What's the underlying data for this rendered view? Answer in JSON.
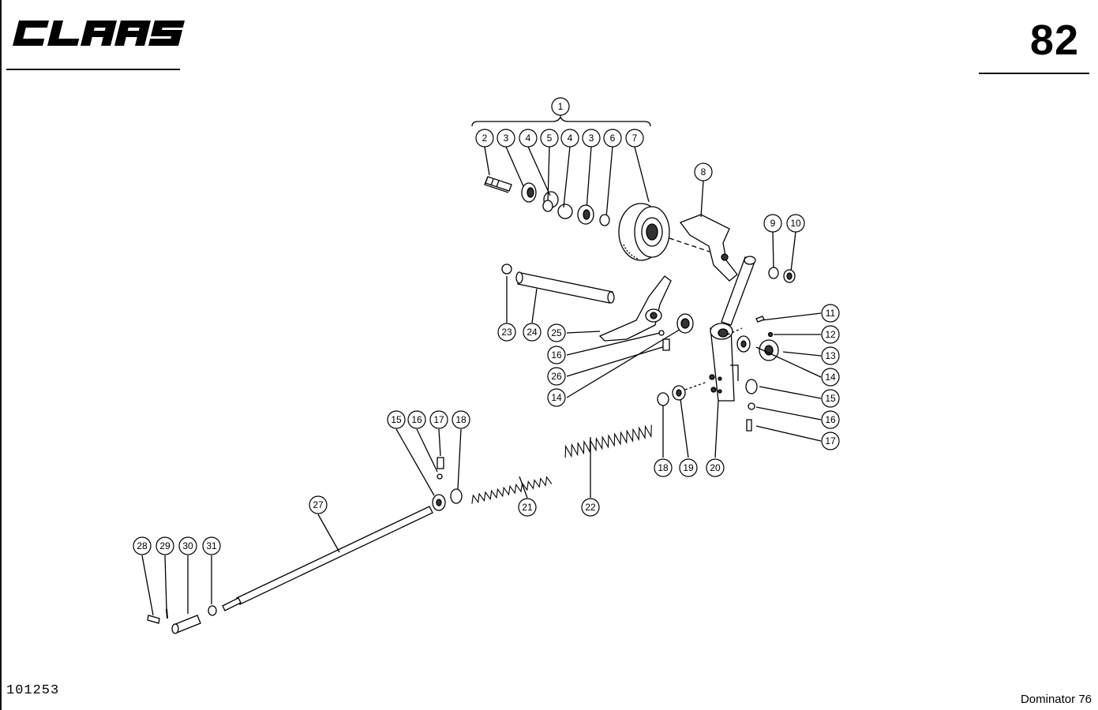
{
  "header": {
    "brand": "CLAAS",
    "page_number": "82"
  },
  "footer": {
    "drawing_number": "101253",
    "model": "Dominator 76"
  },
  "callouts": [
    {
      "id": "c1",
      "label": "1"
    },
    {
      "id": "c2",
      "label": "2"
    },
    {
      "id": "c3a",
      "label": "3"
    },
    {
      "id": "c4a",
      "label": "4"
    },
    {
      "id": "c5",
      "label": "5"
    },
    {
      "id": "c4b",
      "label": "4"
    },
    {
      "id": "c3b",
      "label": "3"
    },
    {
      "id": "c6",
      "label": "6"
    },
    {
      "id": "c7",
      "label": "7"
    },
    {
      "id": "c8",
      "label": "8"
    },
    {
      "id": "c9",
      "label": "9"
    },
    {
      "id": "c10",
      "label": "10"
    },
    {
      "id": "c11",
      "label": "11"
    },
    {
      "id": "c12",
      "label": "12"
    },
    {
      "id": "c13",
      "label": "13"
    },
    {
      "id": "c14r",
      "label": "14"
    },
    {
      "id": "c15r",
      "label": "15"
    },
    {
      "id": "c16r",
      "label": "16"
    },
    {
      "id": "c17r",
      "label": "17"
    },
    {
      "id": "c23",
      "label": "23"
    },
    {
      "id": "c24",
      "label": "24"
    },
    {
      "id": "c25",
      "label": "25"
    },
    {
      "id": "c16m",
      "label": "16"
    },
    {
      "id": "c26",
      "label": "26"
    },
    {
      "id": "c14m",
      "label": "14"
    },
    {
      "id": "c18r",
      "label": "18"
    },
    {
      "id": "c19",
      "label": "19"
    },
    {
      "id": "c20",
      "label": "20"
    },
    {
      "id": "c15l",
      "label": "15"
    },
    {
      "id": "c16l",
      "label": "16"
    },
    {
      "id": "c17l",
      "label": "17"
    },
    {
      "id": "c18l",
      "label": "18"
    },
    {
      "id": "c21",
      "label": "21"
    },
    {
      "id": "c22",
      "label": "22"
    },
    {
      "id": "c27",
      "label": "27"
    },
    {
      "id": "c28",
      "label": "28"
    },
    {
      "id": "c29",
      "label": "29"
    },
    {
      "id": "c30",
      "label": "30"
    },
    {
      "id": "c31",
      "label": "31"
    }
  ]
}
